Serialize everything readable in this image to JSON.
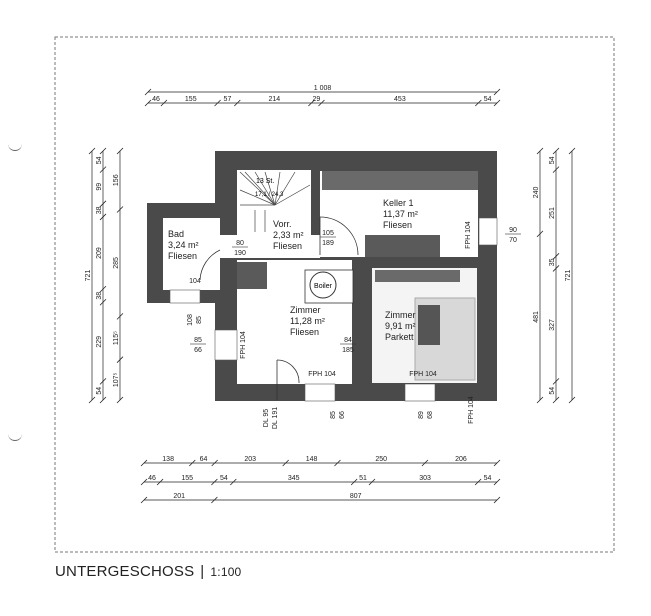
{
  "caption": {
    "title": "UNTERGESCHOSS",
    "separator": "|",
    "scale": "1:100"
  },
  "rooms": [
    {
      "name": "Bad",
      "area": "3,24 m²",
      "floor": "Fliesen"
    },
    {
      "name": "Vorr.",
      "area": "2,33 m²",
      "floor": "Fliesen"
    },
    {
      "name": "Keller 1",
      "area": "11,37 m²",
      "floor": "Fliesen"
    },
    {
      "name": "Zimmer",
      "area": "11,28 m²",
      "floor": "Fliesen"
    },
    {
      "name": "Zimmer",
      "area": "9,91 m²",
      "floor": "Parkett"
    }
  ],
  "fixtures": {
    "boiler": "Boiler",
    "stair": "13 St.",
    "stair2": "17,1 / 24,3"
  },
  "window_labels": [
    "FPH 104",
    "FPH 104",
    "FPH 104",
    "FPH 104",
    "FPH 104",
    "104"
  ],
  "opening_labels": [
    {
      "top": "80",
      "bottom": "190"
    },
    {
      "top": "105",
      "bottom": "189"
    },
    {
      "top": "84",
      "bottom": "185"
    },
    {
      "top": "85",
      "bottom": "66"
    },
    {
      "top": "108",
      "bottom": "85"
    },
    {
      "top": "90",
      "bottom": "70"
    },
    {
      "top": "DL 95",
      "bottom": "DL 191"
    },
    {
      "top": "85",
      "bottom": "66"
    },
    {
      "top": "89",
      "bottom": "68"
    }
  ],
  "dimensions": {
    "top_total": [
      "1 008"
    ],
    "top": [
      "46",
      "155",
      "57",
      "214",
      "29",
      "453",
      "54"
    ],
    "bottom_1": [
      "138",
      "64",
      "203",
      "148",
      "250",
      "206"
    ],
    "bottom_2": [
      "46",
      "155",
      "54",
      "345",
      "51",
      "303",
      "54"
    ],
    "bottom_3": [
      "201",
      "807"
    ],
    "left_total": [
      "721"
    ],
    "left_1": [
      "54",
      "99",
      "38",
      "209",
      "38",
      "229",
      "54"
    ],
    "left_2": [
      "156",
      "285",
      "115⁵",
      "107⁵"
    ],
    "right_1": [
      "240",
      "481"
    ],
    "right_2": [
      "54",
      "251",
      "35",
      "327",
      "54"
    ],
    "right_total": [
      "721"
    ]
  }
}
